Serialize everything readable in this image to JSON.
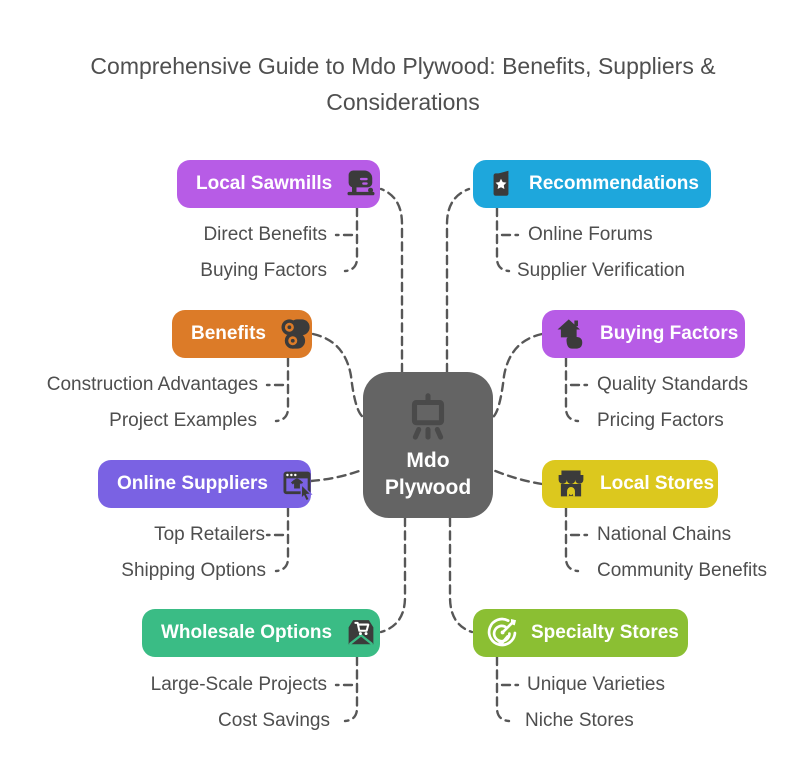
{
  "title": "Comprehensive Guide to Mdo Plywood: Benefits, Suppliers & Considerations",
  "center": {
    "line1": "Mdo",
    "line2": "Plywood",
    "color": "#646464",
    "icon": "easel-icon"
  },
  "palette": {
    "background": "#ffffff",
    "title_text": "#4f4f4f",
    "sub_text": "#4e4e4e",
    "connector": "#575757",
    "icon_dark": "#3b3b3b"
  },
  "branches": [
    {
      "id": "local-sawmills",
      "label": "Local Sawmills",
      "color": "#b75ce6",
      "icon": "planer-icon",
      "icon_side": "right",
      "children": [
        "Direct Benefits",
        "Buying Factors"
      ]
    },
    {
      "id": "recommendations",
      "label": "Recommendations",
      "color": "#1ea7dc",
      "icon": "book-star-icon",
      "icon_side": "left",
      "children": [
        "Online Forums",
        "Supplier Verification"
      ]
    },
    {
      "id": "benefits",
      "label": "Benefits",
      "color": "#dc7b28",
      "icon": "logs-icon",
      "icon_side": "right",
      "children": [
        "Construction Advantages",
        "Project Examples"
      ]
    },
    {
      "id": "buying-factors",
      "label": "Buying Factors",
      "color": "#b75ce6",
      "icon": "house-hand-icon",
      "icon_side": "left",
      "children": [
        "Quality Standards",
        "Pricing Factors"
      ]
    },
    {
      "id": "online-suppliers",
      "label": "Online Suppliers",
      "color": "#7a62e3",
      "icon": "browser-shop-icon",
      "icon_side": "right",
      "children": [
        "Top Retailers",
        "Shipping Options"
      ]
    },
    {
      "id": "local-stores",
      "label": "Local Stores",
      "color": "#dcc81e",
      "icon": "storefront-icon",
      "icon_side": "left",
      "children": [
        "National Chains",
        "Community Benefits"
      ]
    },
    {
      "id": "wholesale-options",
      "label": "Wholesale Options",
      "color": "#3abc85",
      "icon": "cart-box-icon",
      "icon_side": "right",
      "children": [
        "Large-Scale Projects",
        "Cost Savings"
      ]
    },
    {
      "id": "specialty-stores",
      "label": "Specialty Stores",
      "color": "#8bbf33",
      "icon": "target-dart-icon",
      "icon_side": "left",
      "children": [
        "Unique Varieties",
        "Niche Stores"
      ]
    }
  ]
}
